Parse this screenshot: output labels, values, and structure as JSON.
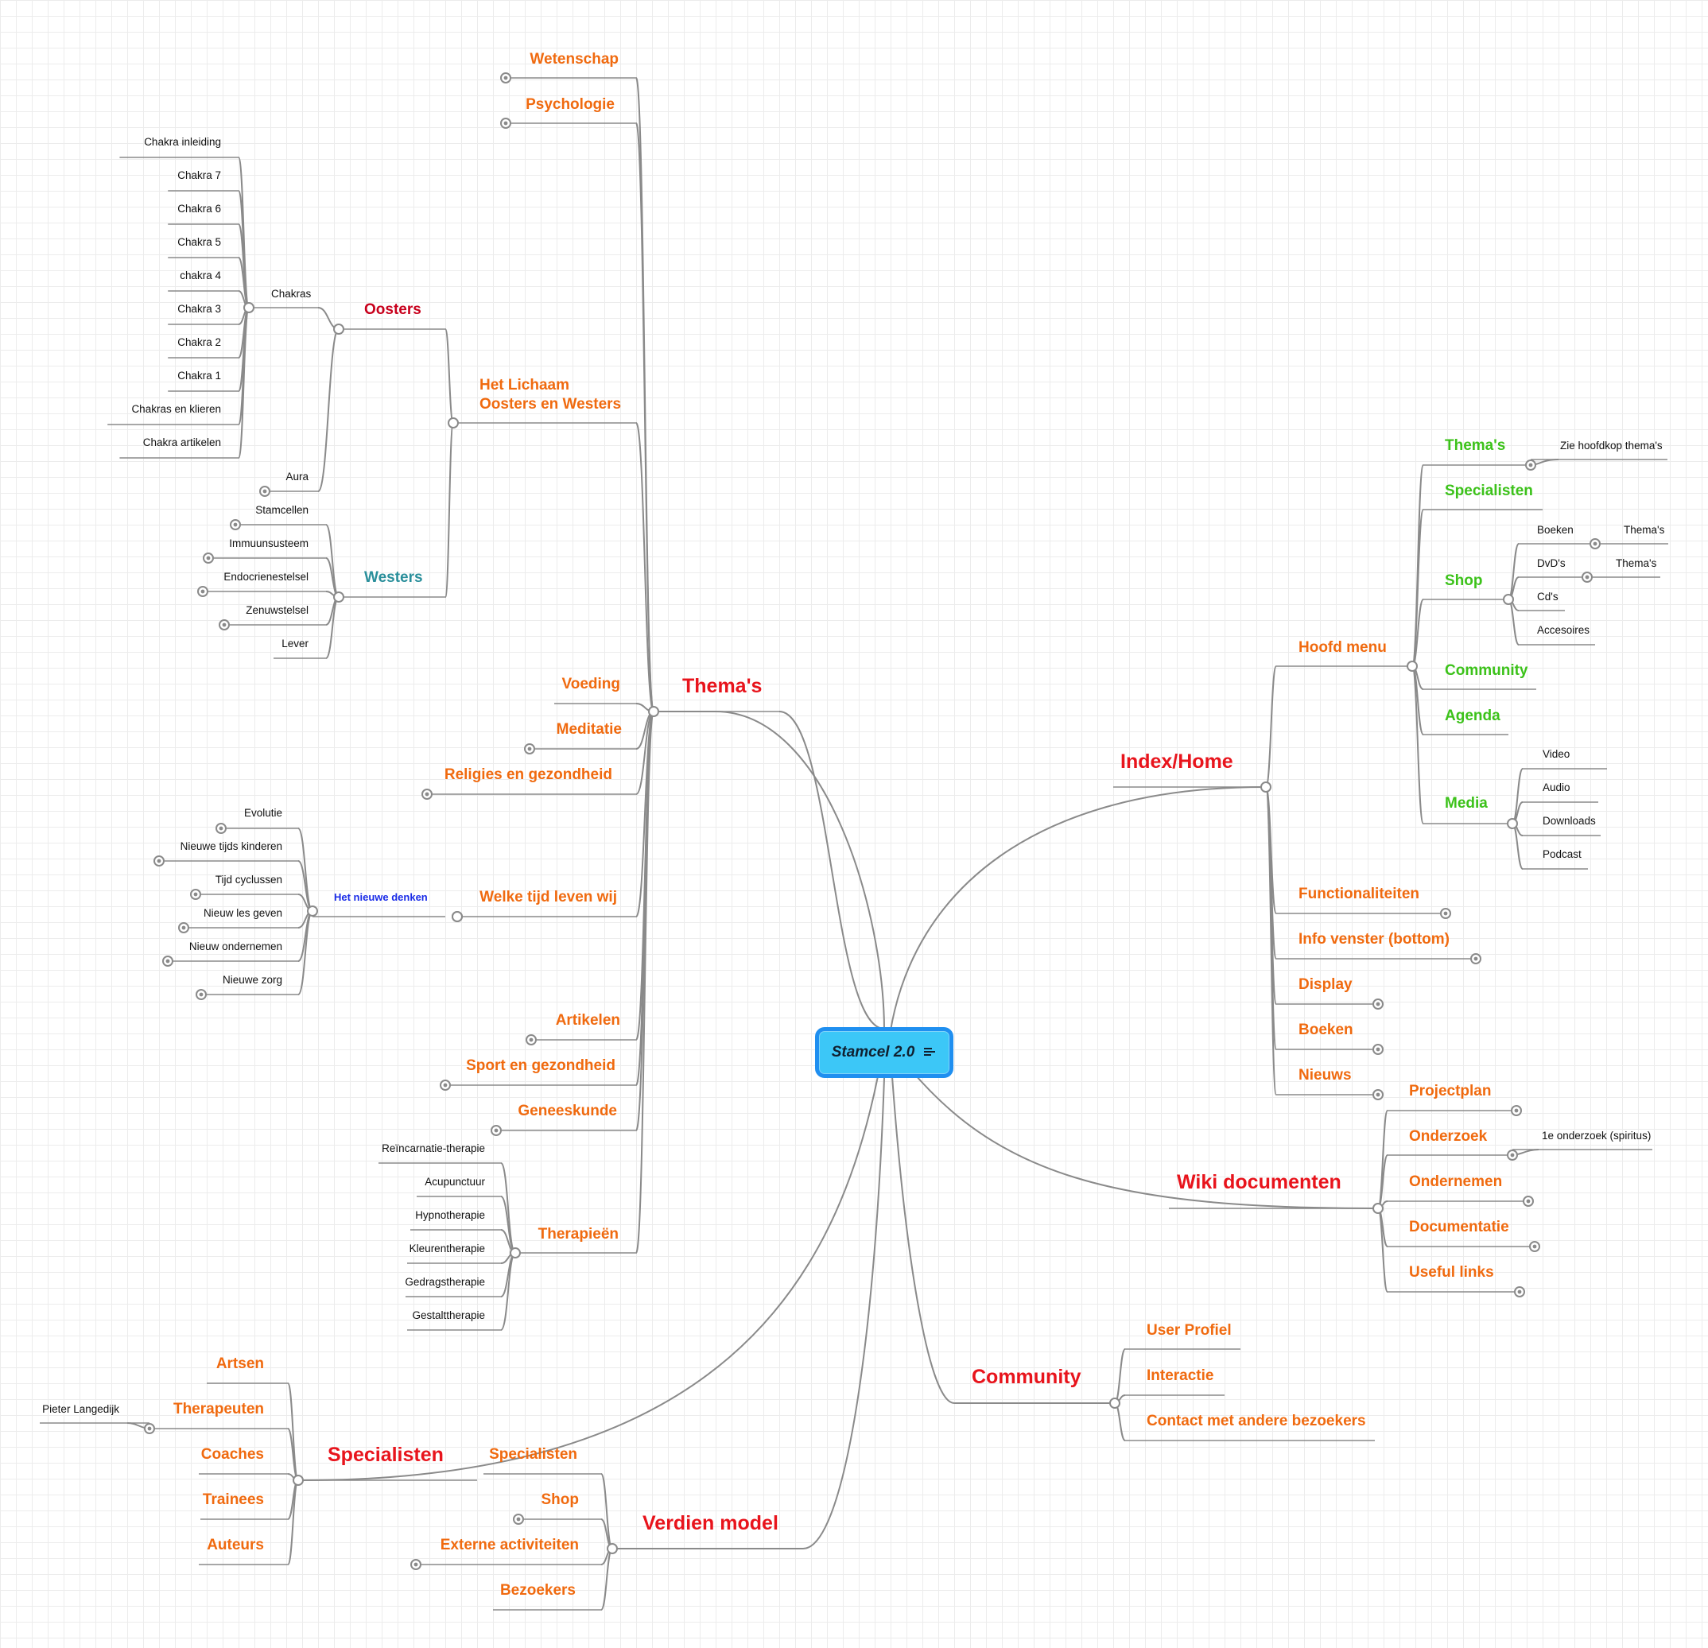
{
  "center": {
    "label": "Stamcel 2.0",
    "icon": "note-icon"
  },
  "colors": {
    "main_topic": "#e8141c",
    "orange": "#f06a0f",
    "green": "#3cc21a",
    "dark_red": "#c8001c",
    "teal": "#2a8f9b",
    "blue": "#1a2ce8",
    "connector": "#8a8a8a",
    "center_fill": "#3cc7f7",
    "center_border": "#1f8ff0"
  },
  "nodes": {
    "themas": "Thema's",
    "wetenschap": "Wetenschap",
    "psychologie": "Psychologie",
    "lichaam_1": "Het Lichaam",
    "lichaam_2": "Oosters en Westers",
    "oosters": "Oosters",
    "chakras": "Chakras",
    "chakra_inleiding": "Chakra inleiding",
    "chakra7": "Chakra 7",
    "chakra6": "Chakra 6",
    "chakra5": "Chakra 5",
    "chakra4": "chakra 4",
    "chakra3": "Chakra 3",
    "chakra2": "Chakra 2",
    "chakra1": "Chakra 1",
    "chakras_klieren": "Chakras en klieren",
    "chakra_artikelen": "Chakra artikelen",
    "aura": "Aura",
    "westers": "Westers",
    "stamcellen": "Stamcellen",
    "immuun": "Immuunsusteem",
    "endocrien": "Endocrienestelsel",
    "zenuw": "Zenuwstelsel",
    "lever": "Lever",
    "voeding": "Voeding",
    "meditatie": "Meditatie",
    "religies": "Religies en gezondheid",
    "welke_tijd": "Welke tijd leven wij",
    "nieuwe_denken": "Het nieuwe denken",
    "evolutie": "Evolutie",
    "nieuwe_tijds": "Nieuwe tijds kinderen",
    "tijd_cyclussen": "Tijd cyclussen",
    "nieuw_les": "Nieuw les geven",
    "nieuw_ondernemen": "Nieuw ondernemen",
    "nieuwe_zorg": "Nieuwe zorg",
    "artikelen": "Artikelen",
    "sport": "Sport en gezondheid",
    "geneeskunde": "Geneeskunde",
    "therapieen": "Therapieën",
    "reincarnatie": "Reïncarnatie-therapie",
    "acupunctuur": "Acupunctuur",
    "hypno": "Hypnotherapie",
    "kleuren": "Kleurentherapie",
    "gedrags": "Gedragstherapie",
    "gestalt": "Gestalttherapie",
    "index_home": "Index/Home",
    "hoofd_menu": "Hoofd menu",
    "hm_themas": "Thema's",
    "zie_hoofdkop": "Zie hoofdkop thema's",
    "hm_specialisten": "Specialisten",
    "hm_shop": "Shop",
    "boeken": "Boeken",
    "boeken_themas": "Thema's",
    "dvds": "DvD's",
    "dvds_themas": "Thema's",
    "cds": "Cd's",
    "accesoires": "Accesoires",
    "hm_community": "Community",
    "agenda": "Agenda",
    "media": "Media",
    "video": "Video",
    "audio": "Audio",
    "downloads": "Downloads",
    "podcast": "Podcast",
    "functionaliteiten": "Functionaliteiten",
    "info_venster": "Info venster (bottom)",
    "display": "Display",
    "ih_boeken": "Boeken",
    "nieuws": "Nieuws",
    "wiki": "Wiki documenten",
    "projectplan": "Projectplan",
    "onderzoek": "Onderzoek",
    "eerste_onderzoek": "1e onderzoek (spiritus)",
    "ondernemen": "Ondernemen",
    "documentatie": "Documentatie",
    "useful_links": "Useful links",
    "community": "Community",
    "user_profiel": "User Profiel",
    "interactie": "Interactie",
    "contact": "Contact met andere bezoekers",
    "specialisten": "Specialisten",
    "artsen": "Artsen",
    "therapeuten": "Therapeuten",
    "pieter": "Pieter Langedijk",
    "coaches": "Coaches",
    "trainees": "Trainees",
    "auteurs": "Auteurs",
    "verdien": "Verdien model",
    "vm_specialisten": "Specialisten",
    "vm_shop": "Shop",
    "externe": "Externe activiteiten",
    "bezoekers": "Bezoekers"
  }
}
